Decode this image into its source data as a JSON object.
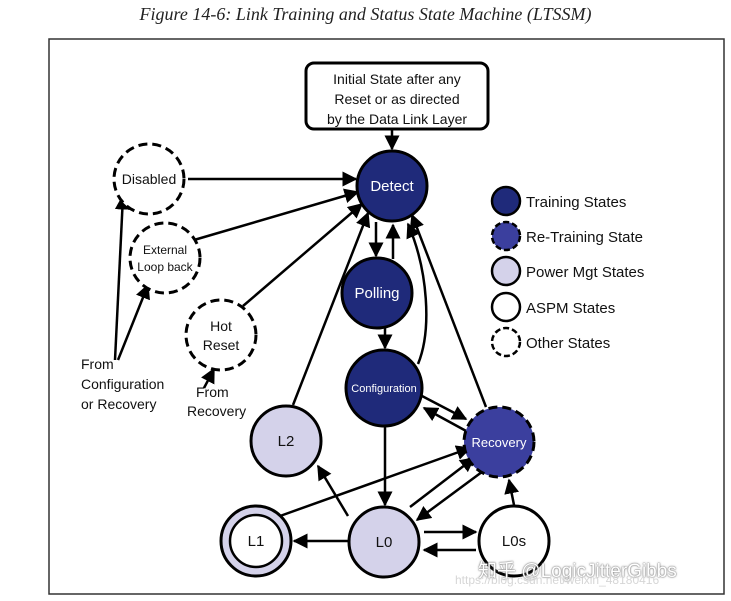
{
  "caption": "Figure 14-6: Link Training and Status State Machine (LTSSM)",
  "initial_box": [
    "Initial State after any",
    "Reset or as directed",
    "by the Data Link Layer"
  ],
  "states": {
    "detect": "Detect",
    "polling": "Polling",
    "configuration": "Configuration",
    "recovery": "Recovery",
    "l0": "L0",
    "l0s": "L0s",
    "l1": "L1",
    "l2": "L2",
    "disabled": "Disabled",
    "loopback": [
      "External",
      "Loop back"
    ],
    "hot_reset": [
      "Hot",
      "Reset"
    ]
  },
  "notes": {
    "from_config_recovery": [
      "From",
      "Configuration",
      "or Recovery"
    ],
    "from_recovery": [
      "From",
      "Recovery"
    ]
  },
  "legend": [
    {
      "label": "Training States"
    },
    {
      "label": "Re-Training State"
    },
    {
      "label": "Power Mgt States"
    },
    {
      "label": "ASPM States"
    },
    {
      "label": "Other States"
    }
  ],
  "colors": {
    "training": "#1f2a7a",
    "retraining": "#3b3f9e",
    "power_mgt": "#d4d2ea",
    "aspm": "#ffffff",
    "border": "#000000"
  },
  "watermark": "知乎 @LogicJitterGibbs",
  "watermark_sub": "https://blog.csdn.net/weixin_48180416"
}
